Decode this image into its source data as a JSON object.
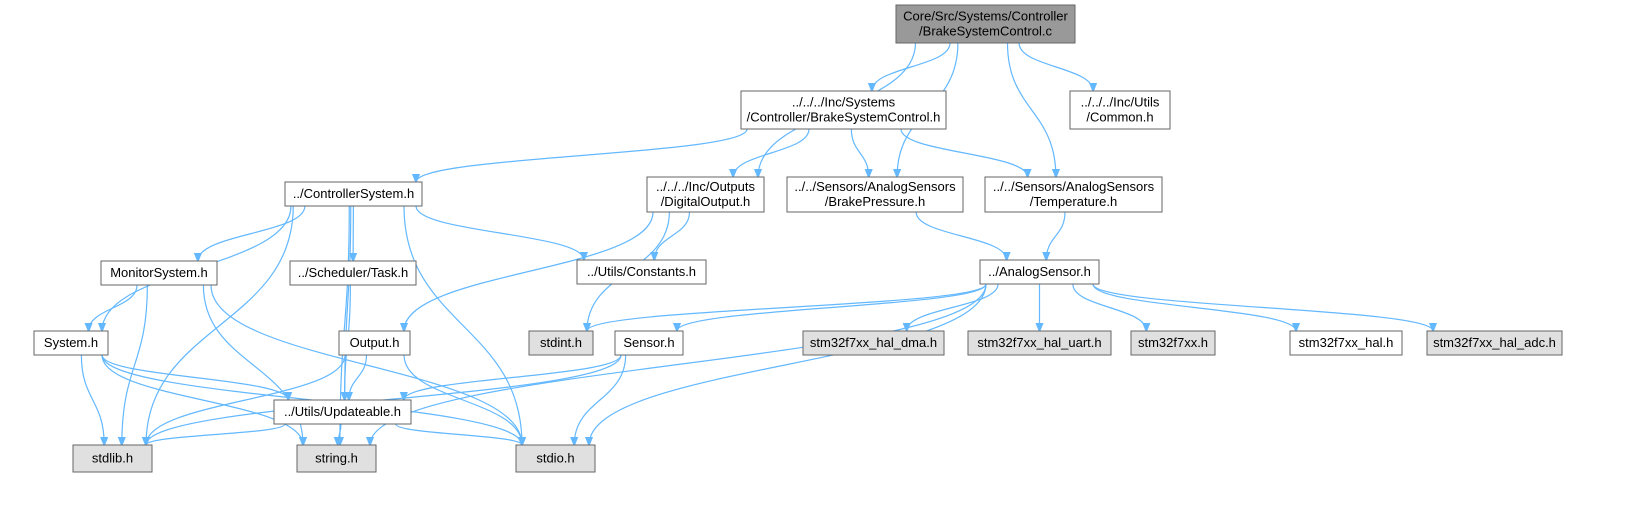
{
  "colors": {
    "root_fill": "#999999",
    "normal_fill": "#ffffff",
    "system_fill": "#e0e0e0",
    "border": "#666666",
    "edge": "#63b8ff"
  },
  "nodes": [
    {
      "id": "root",
      "kind": "root",
      "lines": [
        "Core/Src/Systems/Controller",
        "/BrakeSystemControl.c"
      ]
    },
    {
      "id": "bsc_h",
      "kind": "normal",
      "lines": [
        "../../../Inc/Systems",
        "/Controller/BrakeSystemControl.h"
      ]
    },
    {
      "id": "common",
      "kind": "normal",
      "lines": [
        "../../../Inc/Utils",
        "/Common.h"
      ]
    },
    {
      "id": "ctrlsys",
      "kind": "normal",
      "lines": [
        "../ControllerSystem.h"
      ]
    },
    {
      "id": "digout",
      "kind": "normal",
      "lines": [
        "../../../Inc/Outputs",
        "/DigitalOutput.h"
      ]
    },
    {
      "id": "brakep",
      "kind": "normal",
      "lines": [
        "../../Sensors/AnalogSensors",
        "/BrakePressure.h"
      ]
    },
    {
      "id": "temp",
      "kind": "normal",
      "lines": [
        "../../Sensors/AnalogSensors",
        "/Temperature.h"
      ]
    },
    {
      "id": "monsys",
      "kind": "normal",
      "lines": [
        "MonitorSystem.h"
      ]
    },
    {
      "id": "task",
      "kind": "normal",
      "lines": [
        "../Scheduler/Task.h"
      ]
    },
    {
      "id": "constants",
      "kind": "normal",
      "lines": [
        "../Utils/Constants.h"
      ]
    },
    {
      "id": "analog",
      "kind": "normal",
      "lines": [
        "../AnalogSensor.h"
      ]
    },
    {
      "id": "system",
      "kind": "normal",
      "lines": [
        "System.h"
      ]
    },
    {
      "id": "output",
      "kind": "normal",
      "lines": [
        "Output.h"
      ]
    },
    {
      "id": "stdint",
      "kind": "system",
      "lines": [
        "stdint.h"
      ]
    },
    {
      "id": "sensor",
      "kind": "normal",
      "lines": [
        "Sensor.h"
      ]
    },
    {
      "id": "dma",
      "kind": "system",
      "lines": [
        "stm32f7xx_hal_dma.h"
      ]
    },
    {
      "id": "uart",
      "kind": "system",
      "lines": [
        "stm32f7xx_hal_uart.h"
      ]
    },
    {
      "id": "f7xx",
      "kind": "system",
      "lines": [
        "stm32f7xx.h"
      ]
    },
    {
      "id": "hal",
      "kind": "normal",
      "lines": [
        "stm32f7xx_hal.h"
      ]
    },
    {
      "id": "adc",
      "kind": "system",
      "lines": [
        "stm32f7xx_hal_adc.h"
      ]
    },
    {
      "id": "updateable",
      "kind": "normal",
      "lines": [
        "../Utils/Updateable.h"
      ]
    },
    {
      "id": "stdlib",
      "kind": "system",
      "lines": [
        "stdlib.h"
      ]
    },
    {
      "id": "string",
      "kind": "system",
      "lines": [
        "string.h"
      ]
    },
    {
      "id": "stdio",
      "kind": "system",
      "lines": [
        "stdio.h"
      ]
    }
  ],
  "edges": [
    [
      "root",
      "bsc_h"
    ],
    [
      "root",
      "common"
    ],
    [
      "root",
      "digout"
    ],
    [
      "root",
      "brakep"
    ],
    [
      "root",
      "temp"
    ],
    [
      "bsc_h",
      "ctrlsys"
    ],
    [
      "bsc_h",
      "digout"
    ],
    [
      "bsc_h",
      "brakep"
    ],
    [
      "bsc_h",
      "temp"
    ],
    [
      "ctrlsys",
      "monsys"
    ],
    [
      "ctrlsys",
      "task"
    ],
    [
      "ctrlsys",
      "constants"
    ],
    [
      "ctrlsys",
      "system"
    ],
    [
      "ctrlsys",
      "updateable"
    ],
    [
      "ctrlsys",
      "stdlib"
    ],
    [
      "ctrlsys",
      "string"
    ],
    [
      "ctrlsys",
      "stdio"
    ],
    [
      "digout",
      "constants"
    ],
    [
      "digout",
      "output"
    ],
    [
      "digout",
      "stdint"
    ],
    [
      "brakep",
      "analog"
    ],
    [
      "temp",
      "analog"
    ],
    [
      "monsys",
      "system"
    ],
    [
      "monsys",
      "stdlib"
    ],
    [
      "monsys",
      "string"
    ],
    [
      "monsys",
      "stdio"
    ],
    [
      "task",
      "updateable"
    ],
    [
      "analog",
      "stdint"
    ],
    [
      "analog",
      "sensor"
    ],
    [
      "analog",
      "dma"
    ],
    [
      "analog",
      "uart"
    ],
    [
      "analog",
      "f7xx"
    ],
    [
      "analog",
      "hal"
    ],
    [
      "analog",
      "adc"
    ],
    [
      "analog",
      "string"
    ],
    [
      "analog",
      "stdio"
    ],
    [
      "system",
      "updateable"
    ],
    [
      "system",
      "stdlib"
    ],
    [
      "system",
      "string"
    ],
    [
      "system",
      "stdio"
    ],
    [
      "output",
      "updateable"
    ],
    [
      "output",
      "stdlib"
    ],
    [
      "output",
      "stdio"
    ],
    [
      "sensor",
      "updateable"
    ],
    [
      "sensor",
      "stdlib"
    ],
    [
      "sensor",
      "stdio"
    ],
    [
      "updateable",
      "stdlib"
    ],
    [
      "updateable",
      "string"
    ],
    [
      "updateable",
      "stdio"
    ]
  ]
}
